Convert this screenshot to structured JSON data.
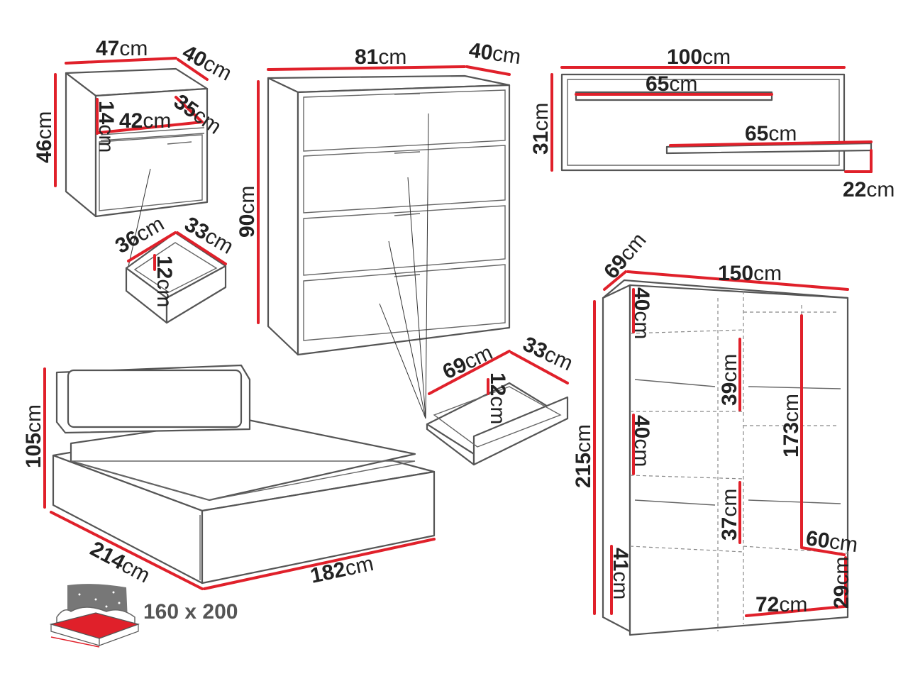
{
  "colors": {
    "dimension_line": "#e0202a",
    "outline": "#555555",
    "text": "#222222"
  },
  "nightstand": {
    "width": "47",
    "depth": "40",
    "height": "46",
    "inner_width": "42",
    "inner_depth": "35",
    "inner_height": "14",
    "drawer": {
      "width": "36",
      "depth": "33",
      "height": "12"
    }
  },
  "chest": {
    "width": "81",
    "depth": "40",
    "height": "90",
    "drawer": {
      "width": "69",
      "depth": "33",
      "height": "12"
    }
  },
  "shelf": {
    "width": "100",
    "height": "31",
    "upper_shelf": "65",
    "lower_shelf": "65",
    "depth": "22"
  },
  "bed": {
    "height": "105",
    "length": "214",
    "width": "182",
    "mattress_size": "160 x 200",
    "mattress_icon": "mattress-icon"
  },
  "wardrobe": {
    "depth": "69",
    "width": "150",
    "height": "215",
    "left_top": "40",
    "left_mid": "40",
    "left_bottom": "41",
    "center_top": "39",
    "center_bottom": "37",
    "right_hanging": "173",
    "right_width_upper": "60",
    "right_width_lower": "72",
    "right_bottom": "29"
  },
  "unit": "cm"
}
